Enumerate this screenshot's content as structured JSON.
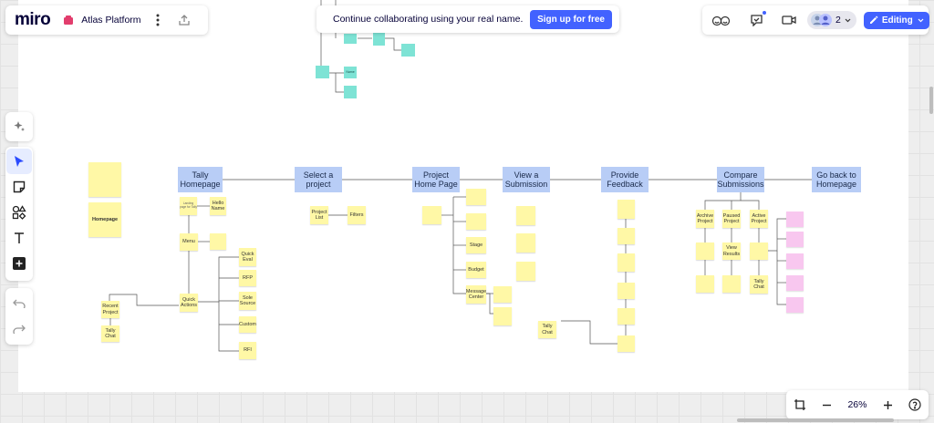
{
  "app": {
    "brand": "miro",
    "board_name": "Atlas Platform",
    "accent": "#4262ff"
  },
  "banner": {
    "message": "Continue collaborating using your real name.",
    "cta": "Sign up for free"
  },
  "topbar": {
    "collaborator_count": "2",
    "mode_label": "Editing"
  },
  "toolbar": {
    "tools": [
      "ai-assist-icon",
      "select-cursor-icon",
      "sticky-note-icon",
      "shapes-icon",
      "text-icon",
      "add-more-icon",
      "undo-icon",
      "redo-icon"
    ]
  },
  "zoom": {
    "level": "26%"
  },
  "board": {
    "frames": {
      "tally_homepage": "Tally Homepage",
      "select_project": "Select a project",
      "project_home": "Project Home Page",
      "view_submission": "View a Submission",
      "provide_feedback": "Provide Feedback",
      "compare_submissions": "Compare Submissions",
      "go_back": "Go back to Homepage"
    },
    "stickies": {
      "homepage": "Homepage",
      "landing": "Landing page for Tally",
      "hello_name": "Hello Name",
      "menu": "Menu",
      "quick_actions": "Quick Actions",
      "quick_eval": "Quick Eval",
      "rfp": "RFP",
      "sole_source": "Sole Source",
      "custom": "Custom",
      "rfi": "RFI",
      "recent_project": "Recent Project",
      "tally_chat": "Tally Chat",
      "project_list": "Project List",
      "filters": "Filters",
      "stage": "Stage",
      "budget": "Budget",
      "message_center": "Message Center",
      "tally_chat_2": "Tally Chat",
      "archive_project": "Archive Project",
      "paused_project": "Paused Project",
      "active_project": "Active Project",
      "view_results": "View Results",
      "tally_chat_3": "Tally Chat",
      "teal_name": "Name"
    }
  }
}
